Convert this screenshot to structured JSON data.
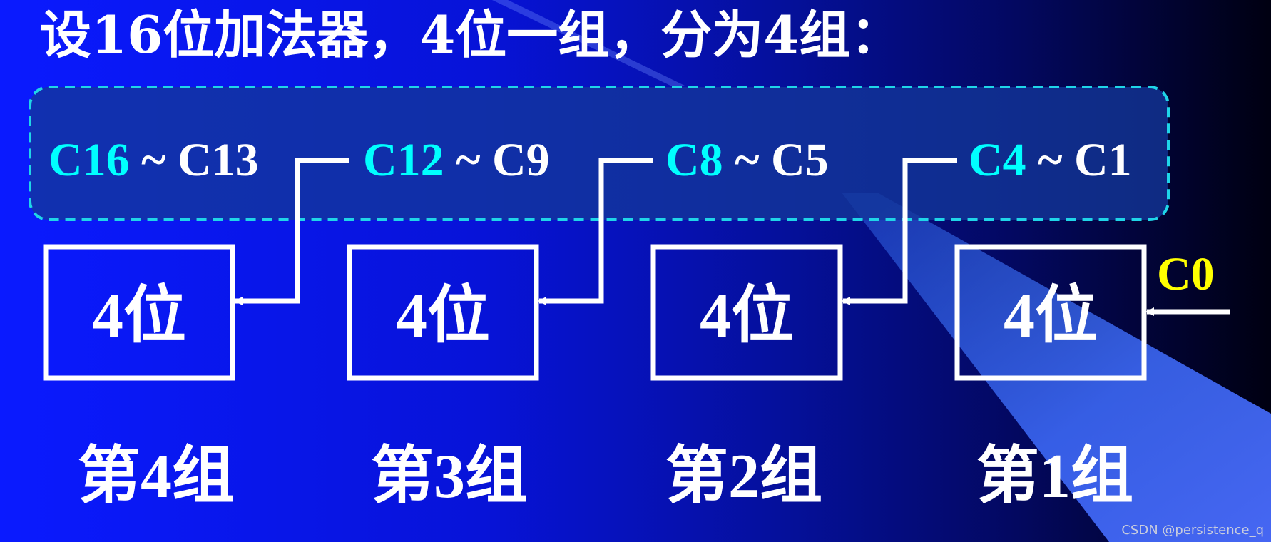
{
  "title": "设16位加法器，4位一组，分为4组：",
  "colors": {
    "high_carry": "#00ffff",
    "text": "#ffffff",
    "input_carry": "#ffff00",
    "frame_border": "#1fd5e8",
    "frame_fill": "#13379a"
  },
  "carries": [
    {
      "high": "C16",
      "tilde": "~",
      "low": "C13"
    },
    {
      "high": "C12",
      "tilde": "~",
      "low": "C9"
    },
    {
      "high": "C8",
      "tilde": "~",
      "low": "C5"
    },
    {
      "high": "C4",
      "tilde": "~",
      "low": "C1"
    }
  ],
  "boxes": [
    "4位",
    "4位",
    "4位",
    "4位"
  ],
  "groups": [
    "第4组",
    "第3组",
    "第2组",
    "第1组"
  ],
  "input_carry": "C0",
  "watermark": "CSDN @persistence_q"
}
